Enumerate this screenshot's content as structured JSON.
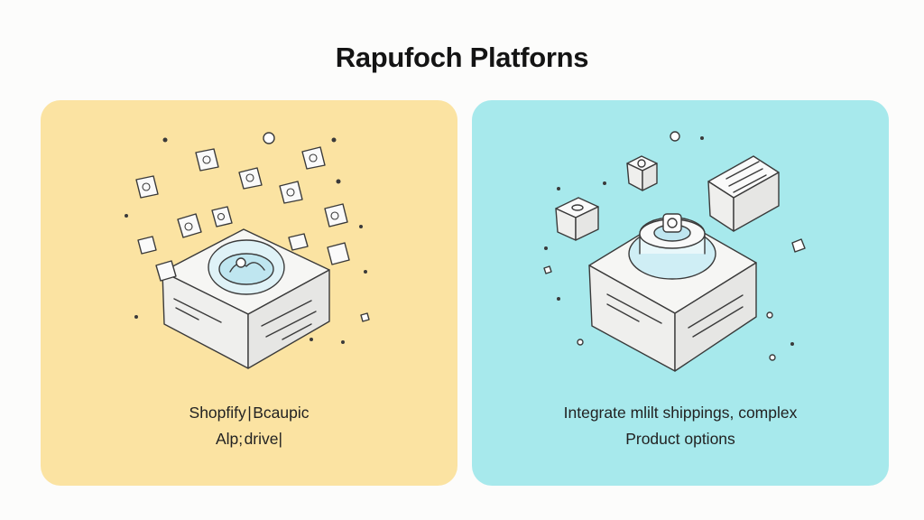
{
  "title": "Rapufoch Platforns",
  "panels": [
    {
      "caption_lines": [
        "Shopfify | Bcaupic",
        "Alp; drive|"
      ]
    },
    {
      "caption_lines": [
        "Integrate mlilt shippings, complex",
        "Product options"
      ]
    }
  ],
  "colors": {
    "left_panel": "#fbe3a2",
    "right_panel": "#a7e9ec",
    "line": "#3a3a3a",
    "box_fill": "#f7f7f7",
    "accent": "#8fd6e6"
  },
  "icons": {
    "left": "open-box-with-floating-cards",
    "right": "box-with-machine-and-crates"
  }
}
